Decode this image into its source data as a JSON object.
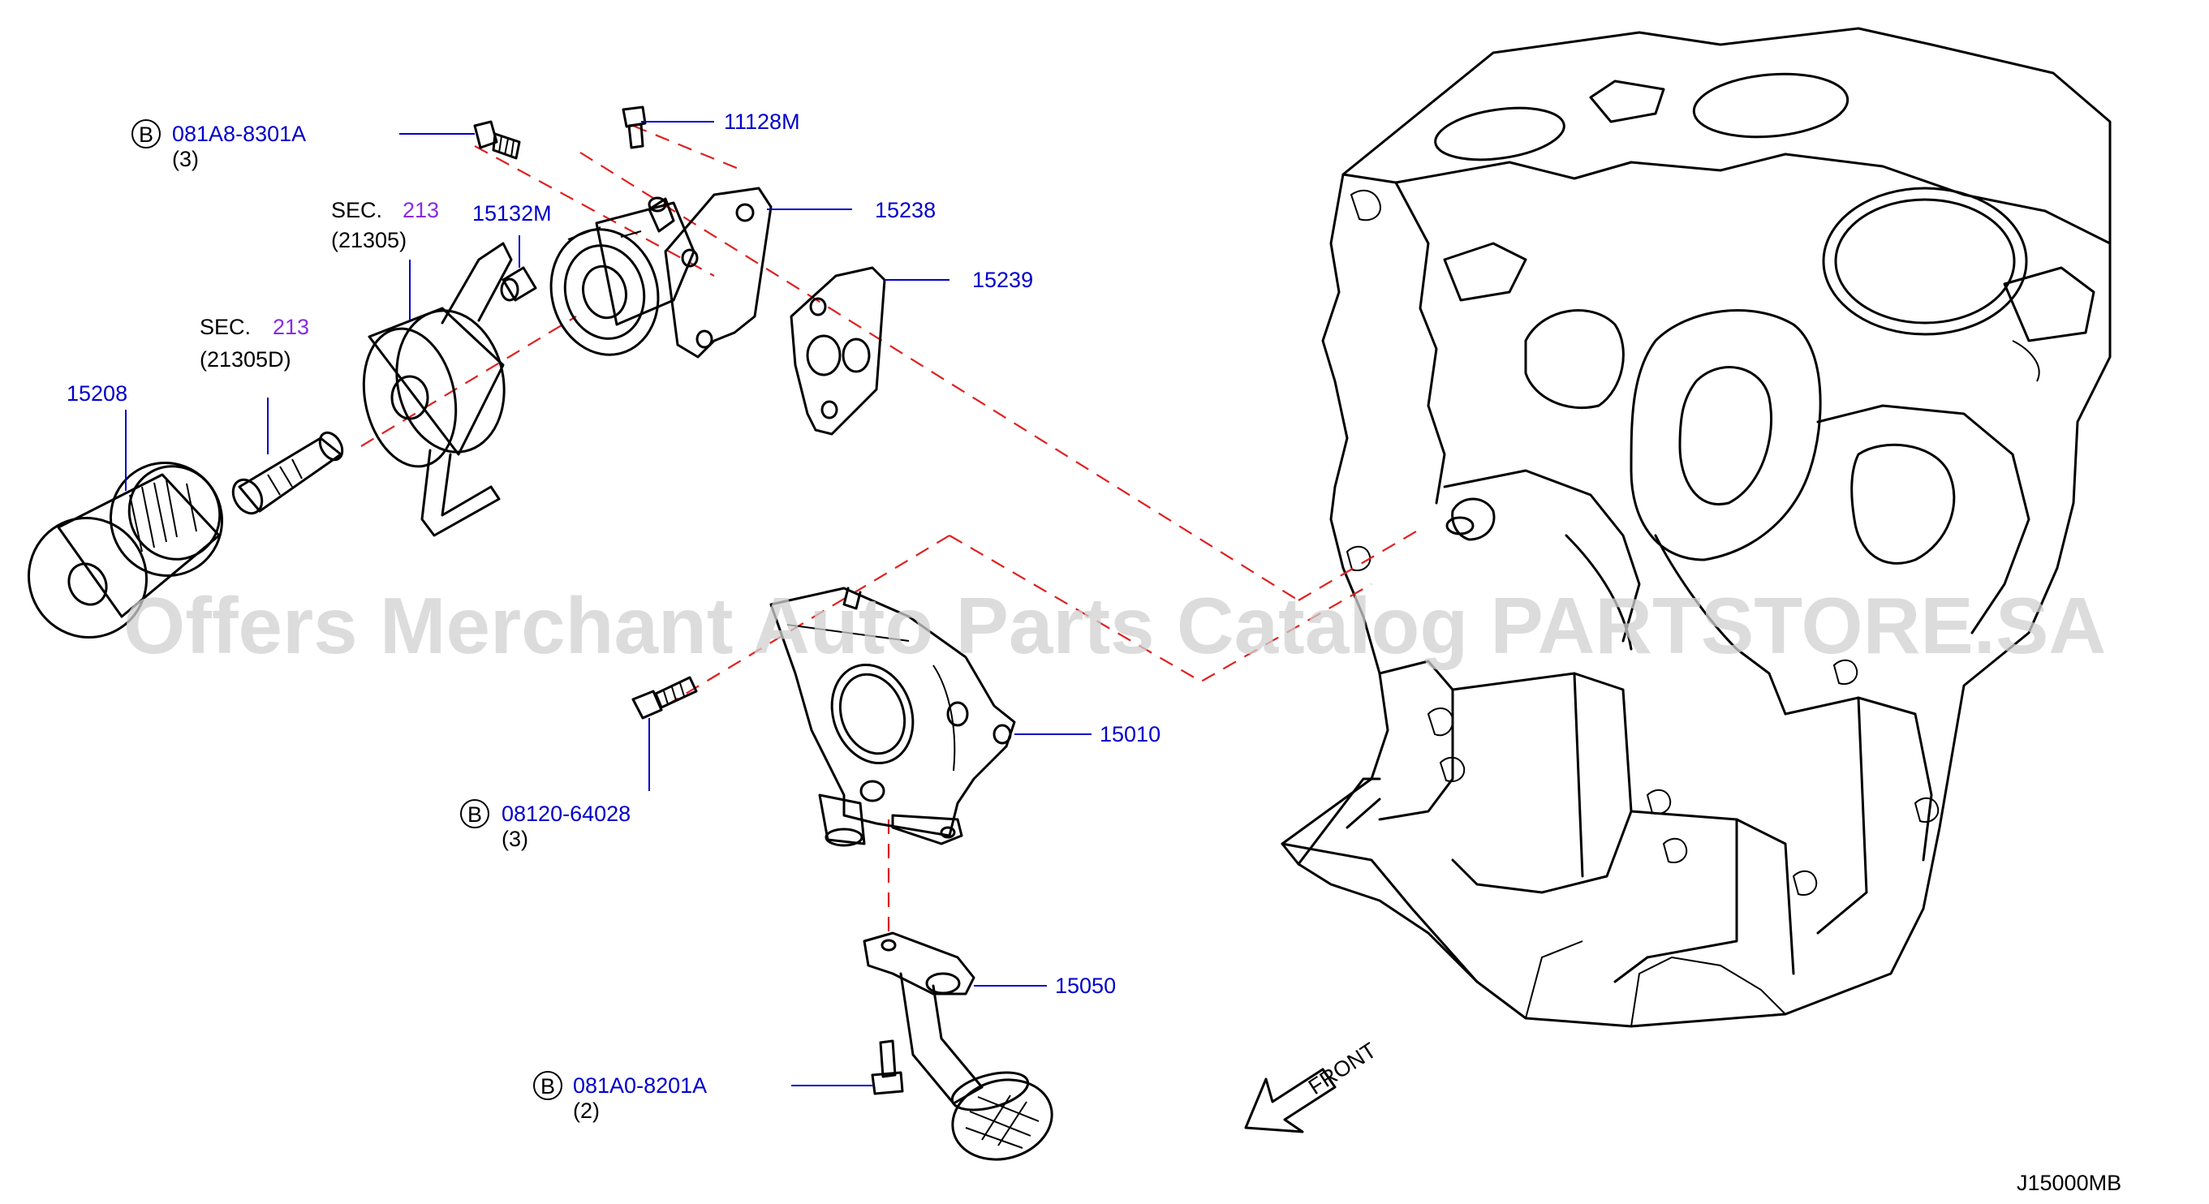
{
  "watermark": "Offers Merchant Auto Parts Catalog PARTSTORE.SA",
  "diagram_code": "J15000MB",
  "front_label": "FRONT",
  "callouts": {
    "bolt_081a8": {
      "badge": "B",
      "part": "081A8-8301A",
      "qty": "(3)"
    },
    "bolt_08120": {
      "badge": "B",
      "part": "08120-64028",
      "qty": "(3)"
    },
    "bolt_081a0": {
      "badge": "B",
      "part": "081A0-8201A",
      "qty": "(2)"
    },
    "p11128m": "11128M",
    "p15132m": "15132M",
    "p15238": "15238",
    "p15239": "15239",
    "p15208": "15208",
    "p15010": "15010",
    "p15050": "15050",
    "sec_a": {
      "prefix": "SEC.",
      "num": "213",
      "sub": "(21305)"
    },
    "sec_b": {
      "prefix": "SEC.",
      "num": "213",
      "sub": "(21305D)"
    }
  },
  "colors": {
    "part_number": "#0000cc",
    "section_ref": "#8a2be2",
    "dashed_line": "#e02020"
  }
}
